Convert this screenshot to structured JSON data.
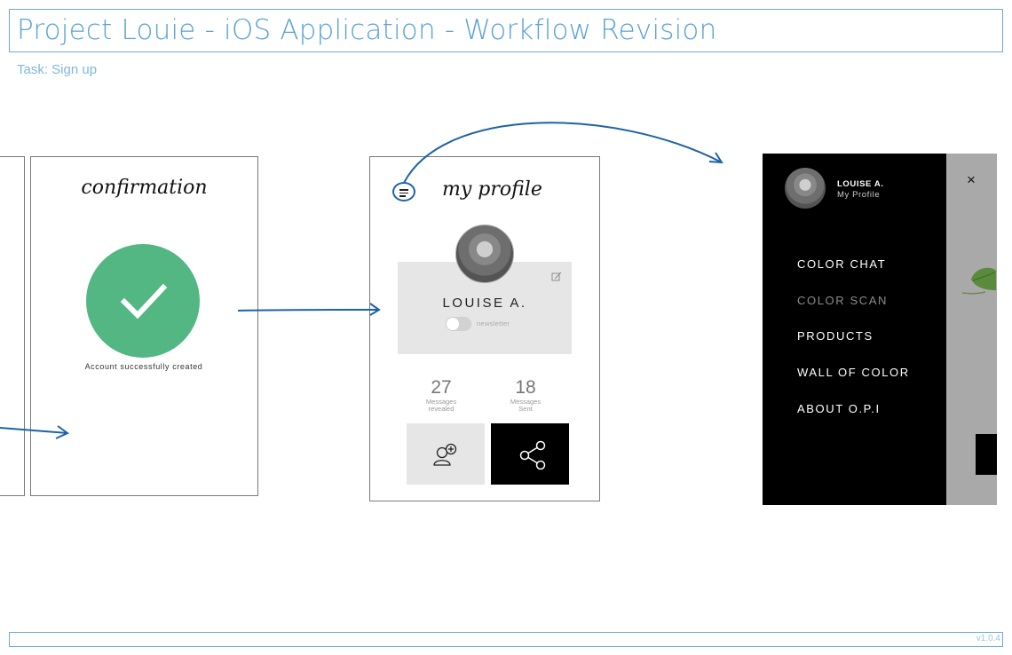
{
  "header": {
    "title": "Project Louie - iOS Application - Workflow Revision",
    "task": "Task: Sign up"
  },
  "footer": {
    "version": "v1.0.4"
  },
  "confirmation_screen": {
    "title": "confirmation",
    "message": "Account successfully created"
  },
  "profile_screen": {
    "title": "my profile",
    "name": "LOUISE A.",
    "newsletter_label": "newsletter",
    "stats": [
      {
        "value": "27",
        "label_line1": "Messages",
        "label_line2": "revealed"
      },
      {
        "value": "18",
        "label_line1": "Messages",
        "label_line2": "Sent"
      }
    ]
  },
  "side_menu": {
    "user_name": "LOUISE A.",
    "user_sub": "My Profile",
    "close_label": "×",
    "items": [
      {
        "label": "COLOR CHAT",
        "dim": false
      },
      {
        "label": "COLOR SCAN",
        "dim": true
      },
      {
        "label": "PRODUCTS",
        "dim": false
      },
      {
        "label": "WALL OF COLOR",
        "dim": false
      },
      {
        "label": "ABOUT O.P.I",
        "dim": false
      }
    ]
  },
  "colors": {
    "accent_blue": "#1d62a8",
    "title_blue": "#5aa3d6",
    "success_green": "#52b782"
  }
}
